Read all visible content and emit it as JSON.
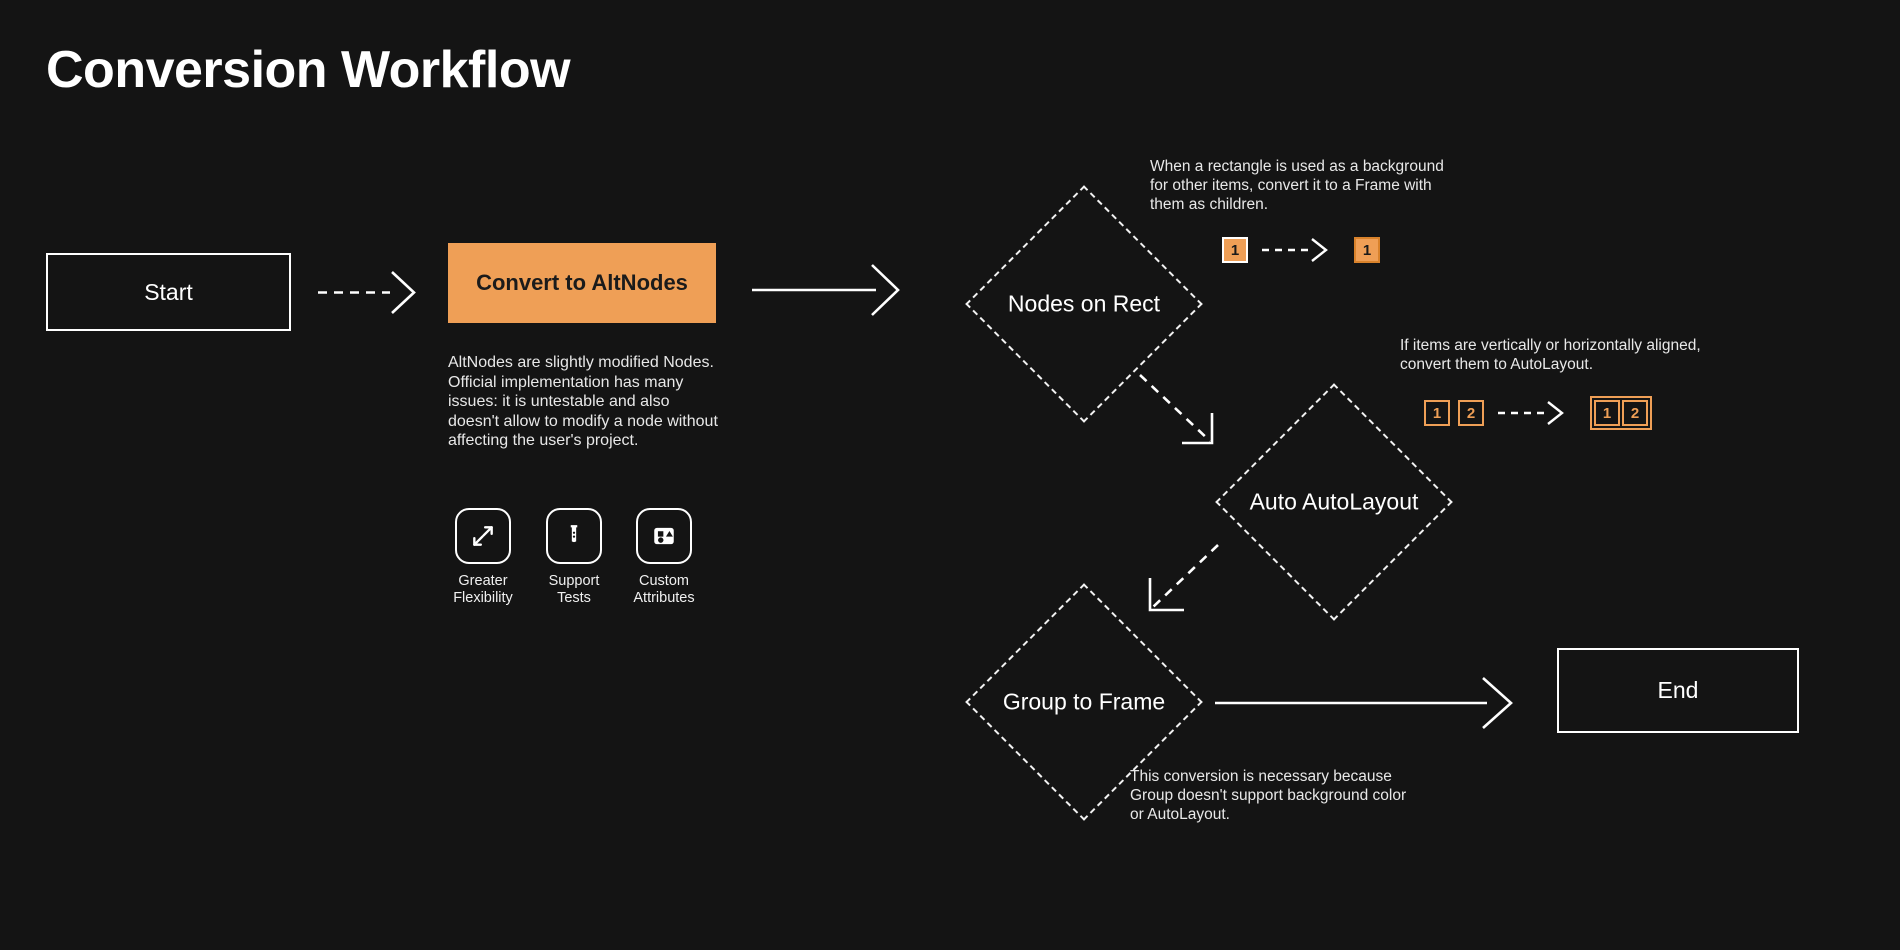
{
  "page": {
    "title": "Conversion Workflow",
    "background_color": "#141414",
    "accent_color": "#ef9f56",
    "line_color": "#ffffff"
  },
  "nodes": {
    "start": {
      "label": "Start",
      "shape": "rectangle"
    },
    "convert": {
      "label": "Convert to AltNodes",
      "shape": "rectangle",
      "fill": "#ef9f56"
    },
    "nodes_on_rect": {
      "label": "Nodes on Rect",
      "shape": "diamond"
    },
    "auto_autolayout": {
      "label": "Auto AutoLayout",
      "shape": "diamond"
    },
    "group_to_frame": {
      "label": "Group to Frame",
      "shape": "diamond"
    },
    "end": {
      "label": "End",
      "shape": "rectangle"
    }
  },
  "descriptions": {
    "altnodes": "AltNodes are slightly modified Nodes. Official implementation has many issues: it is untestable and also doesn't allow to modify a node without affecting the user's project."
  },
  "features": [
    {
      "icon": "expand-arrows-icon",
      "label_line1": "Greater",
      "label_line2": "Flexibility"
    },
    {
      "icon": "test-tube-icon",
      "label_line1": "Support",
      "label_line2": "Tests"
    },
    {
      "icon": "shapes-panel-icon",
      "label_line1": "Custom",
      "label_line2": "Attributes"
    }
  ],
  "annotations": {
    "nodes_on_rect": {
      "text": "When a rectangle is used as a background for other items, convert it to a Frame with them as children.",
      "before_badges": [
        "1"
      ],
      "after_badges": [
        "1"
      ]
    },
    "auto_autolayout": {
      "text": "If items are vertically or horizontally aligned, convert them to AutoLayout.",
      "before_badges": [
        "1",
        "2"
      ],
      "after_badges": [
        "1",
        "2"
      ]
    },
    "group_to_frame": {
      "text": "This conversion is necessary because Group doesn't support background color or AutoLayout."
    }
  },
  "connectors": [
    {
      "from": "start",
      "to": "convert",
      "style": "dashed"
    },
    {
      "from": "convert",
      "to": "nodes_on_rect",
      "style": "solid"
    },
    {
      "from": "nodes_on_rect",
      "to": "auto_autolayout",
      "style": "dashed"
    },
    {
      "from": "auto_autolayout",
      "to": "group_to_frame",
      "style": "dashed"
    },
    {
      "from": "group_to_frame",
      "to": "end",
      "style": "solid"
    }
  ]
}
